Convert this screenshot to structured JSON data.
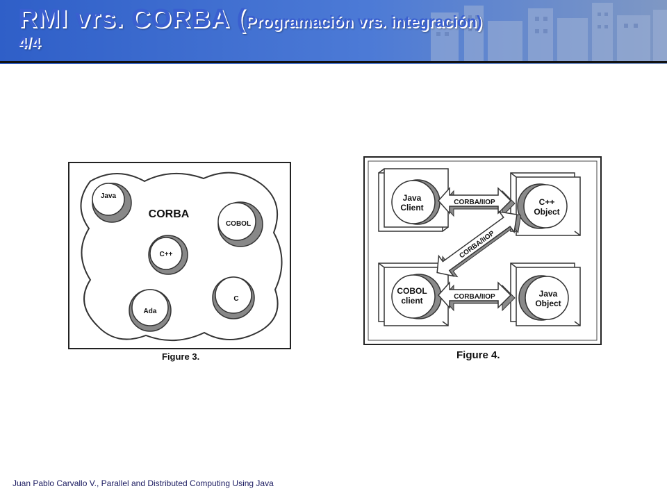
{
  "slide": {
    "title_main": "RMI vrs. CORBA (",
    "title_sub": "Programación vrs. integración)",
    "title_page": "4/4",
    "footer": "Juan Pablo Carvallo V., Parallel and Distributed Computing Using Java"
  },
  "figure3": {
    "caption": "Figure 3.",
    "cloud_label": "CORBA",
    "nodes": [
      "Java",
      "COBOL",
      "C++",
      "Ada",
      "C"
    ]
  },
  "figure4": {
    "caption": "Figure 4.",
    "java_client": [
      "Java",
      "Client"
    ],
    "cpp_object": [
      "C++",
      "Object"
    ],
    "cobol_client": [
      "COBOL",
      "client"
    ],
    "java_object": [
      "Java",
      "Object"
    ],
    "link_top": "CORBA/IIOP",
    "link_diag": "CORBA/IIOP",
    "link_bottom": "CORBA/IIOP"
  }
}
